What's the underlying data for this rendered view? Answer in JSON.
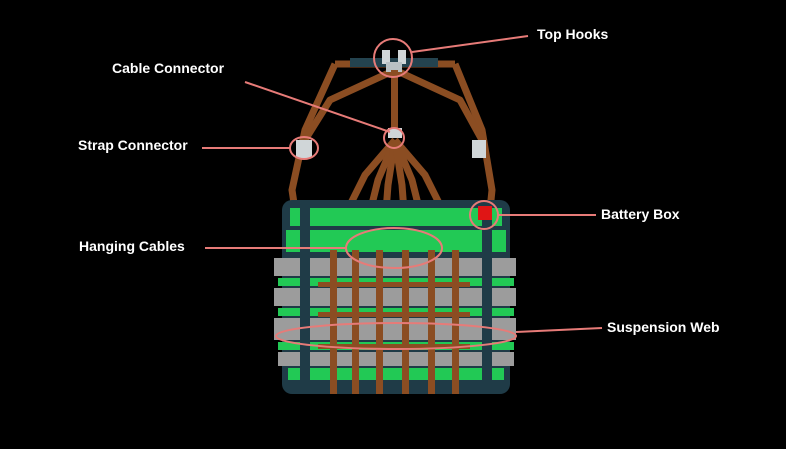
{
  "colors": {
    "background": "#000000",
    "callout": "#e77b78",
    "frame_dark": "#1f3b47",
    "strap_brown": "#8b4d22",
    "layer_green": "#22c955",
    "layer_gray": "#9c9c9c",
    "connector_gray": "#d0d6d8",
    "battery_red": "#e01515"
  },
  "labels": {
    "top_hooks": "Top Hooks",
    "cable_connector": "Cable Connector",
    "strap_connector": "Strap Connector",
    "battery_box": "Battery Box",
    "hanging_cables": "Hanging Cables",
    "suspension_web": "Suspension Web"
  }
}
